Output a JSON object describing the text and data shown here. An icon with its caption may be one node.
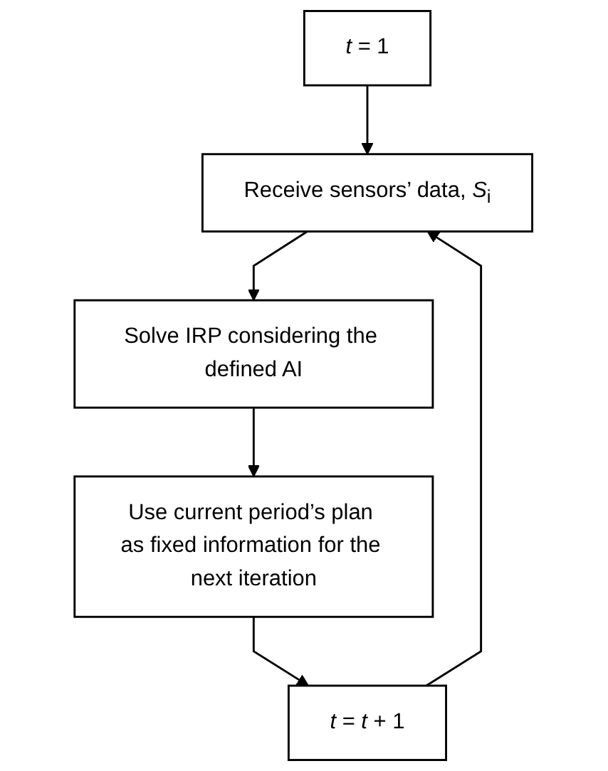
{
  "diagram": {
    "nodes": [
      {
        "text": [
          "*t* = 1"
        ]
      },
      {
        "text": [
          "Receive sensors’ data, *S*$_{i}$"
        ]
      },
      {
        "text": [
          "Solve IRP considering the defined AI"
        ]
      },
      {
        "text": [
          "Use current period’s plan as fixed information for the next iteration"
        ]
      },
      {
        "text": [
          "*t* = *t* + 1"
        ]
      }
    ],
    "edges": [
      {
        "from": 0,
        "to": 1,
        "arrow": "to"
      },
      {
        "from": 1,
        "to": 2,
        "arrow": "to"
      },
      {
        "from": 2,
        "to": 3,
        "arrow": "to"
      },
      {
        "from": 3,
        "to": 4,
        "arrow": "to"
      },
      {
        "from": 4,
        "to": 1,
        "arrow": "to"
      }
    ]
  }
}
